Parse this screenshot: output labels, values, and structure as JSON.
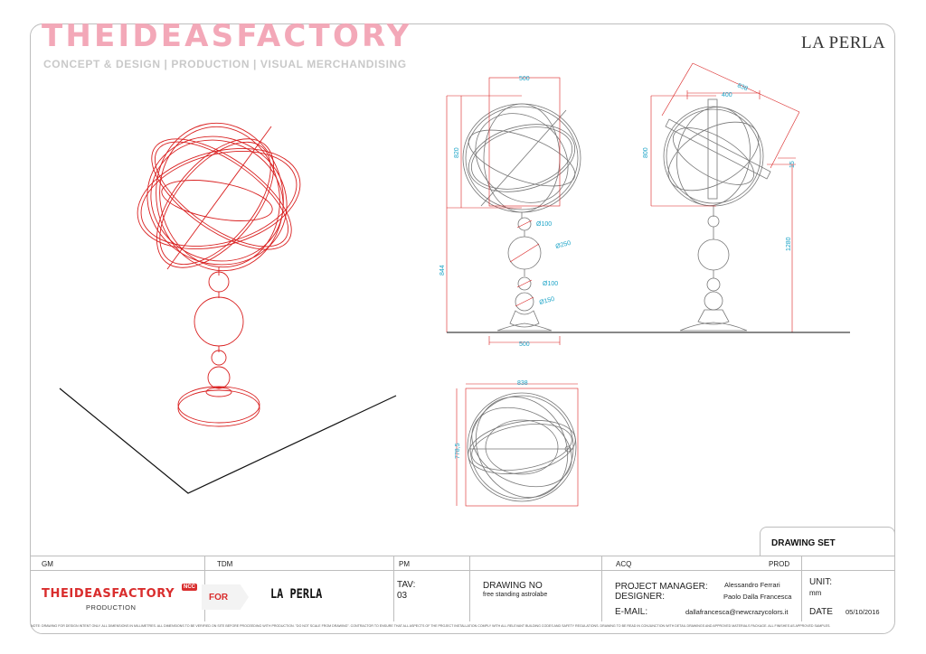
{
  "header": {
    "brand": "THEIDEASFACTORY",
    "tagline": "CONCEPT & DESIGN | PRODUCTION | VISUAL MERCHANDISING",
    "client_logo": "LA PERLA"
  },
  "dimensions": {
    "front_width_top": "500",
    "front_height_sphere": "820",
    "front_total_height": "844",
    "front_base_width": "500",
    "dia_100_a": "Ø100",
    "dia_250": "Ø250",
    "dia_100_b": "Ø100",
    "dia_150": "Ø150",
    "side_diag": "838",
    "side_width": "400",
    "side_height_sphere": "800",
    "side_small": "15",
    "side_total": "1280",
    "top_width": "838",
    "top_depth": "778,5"
  },
  "title_block": {
    "drawing_set": "DRAWING SET",
    "headers": [
      "GM",
      "TDM",
      "PM",
      "ACQ",
      "PROD"
    ],
    "logo": "THEIDEASFACTORY",
    "logo_badge": "NCC",
    "logo_sub": "PRODUCTION",
    "for_label": "FOR",
    "client": "LA PERLA",
    "tav_label": "TAV:",
    "tav_value": "03",
    "drawing_no_label": "DRAWING NO",
    "drawing_no_value": "free standing astrolabe",
    "pm_label": "PROJECT MANAGER:",
    "pm_value": "Alessandro Ferrari",
    "designer_label": "DESIGNER:",
    "designer_value": "Paolo Dalla Francesca",
    "email_label": "E-MAIL:",
    "email_value": "dallafrancesca@newcrazycolors.it",
    "unit_label": "UNIT:",
    "unit_value": "mm",
    "date_label": "DATE",
    "date_value": "05/10/2016"
  },
  "footnote": "NOTE: DRAWING FOR DESIGN INTENT ONLY. ALL DIMENSIONS IN MILLIMETRES. ALL DIMENSIONS TO BE VERIFIED ON SITE BEFORE PROCEEDING WITH PRODUCTION. \"DO NOT SCALE FROM DRAWING\". CONTRACTOR TO ENSURE THAT ALL ASPECTS OF THE PROJECT INSTALLATION COMPLY WITH ALL RELEVANT BUILDING CODES AND SAFETY REGULATIONS. DRAWING TO BE READ IN CONJUNCTION WITH DETAIL DRAWINGS AND APPROVED MATERIALS PACKAGE. ALL FINISHES AS APPROVED SAMPLES."
}
